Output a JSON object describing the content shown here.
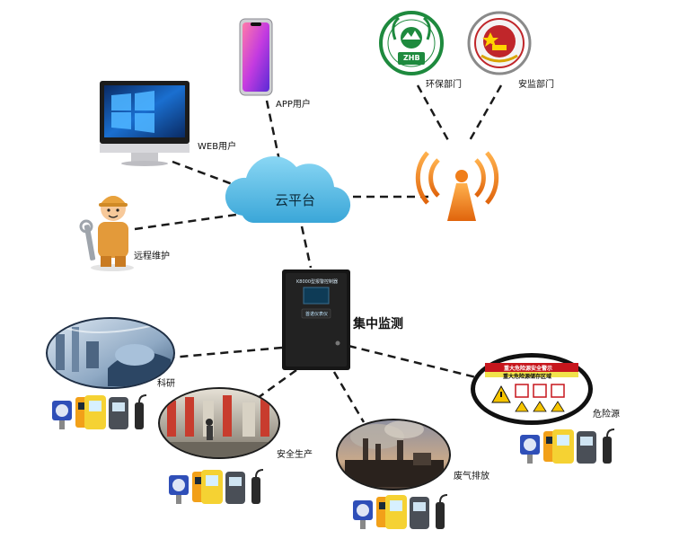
{
  "nodes": {
    "app_user": "APP用户",
    "web_user": "WEB用户",
    "remote_maintenance": "远程维护",
    "cloud": "云平台",
    "env_dept": "环保部门",
    "safety_dept": "安监部门",
    "central_monitoring": "集中监测",
    "research": "科研",
    "safe_production": "安全生产",
    "exhaust": "废气排放",
    "hazard_source": "危险源"
  },
  "device": {
    "model_label": "K8000型报警控制器",
    "screen_label": "首诺仪表仪"
  },
  "env_seal": {
    "letters": "ZHB"
  },
  "hazard_sign": {
    "header": "重大危险源安全警示",
    "subheader": "重大危险源储存区域"
  },
  "colors": {
    "cloud": "#5fc2ea",
    "tower": "#f07e1a",
    "device_body": "#161616",
    "env_green": "#1e8a3e",
    "safety_red": "#c0262a"
  }
}
